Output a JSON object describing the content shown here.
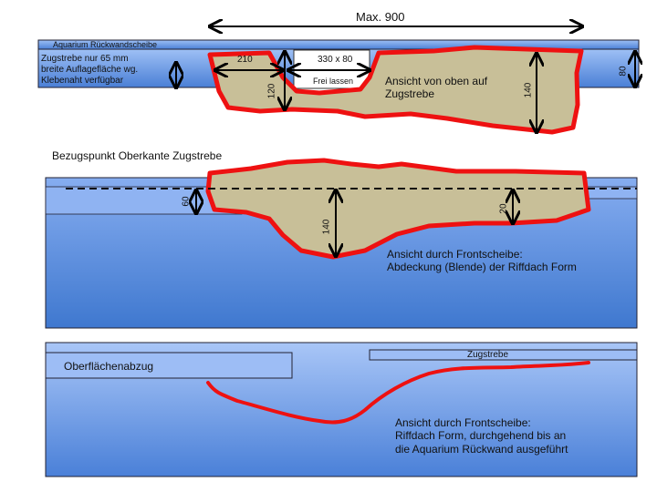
{
  "max_label": "Max. 900",
  "top": {
    "strip_label": "Aquarium Rückwandscheibe",
    "note": "Zugstrebe nur 65 mm\nbreite Auflagefläche wg.\nKlebenaht verfügbar",
    "dim_210": "210",
    "dim_120": "120",
    "cutout_size": "330 x 80",
    "cutout_label": "Frei lassen",
    "dim_140": "140",
    "dim_80": "80",
    "caption": "Ansicht von oben auf\nZugstrebe"
  },
  "middle": {
    "title": "Bezugspunkt Oberkante Zugstrebe",
    "dim_60": "60",
    "dim_140": "140",
    "dim_20": "20",
    "caption": "Ansicht durch Frontscheibe:\nAbdeckung (Blende) der Riffdach Form"
  },
  "bottom": {
    "surface_label": "Oberflächenabzug",
    "strut_label": "Zugstrebe",
    "caption": "Ansicht durch Frontscheibe:\nRiffdach Form, durchgehend bis an\ndie Aquarium Rückwand ausgeführt"
  },
  "colors": {
    "fill": "#c8bf98",
    "outline": "#ee1111",
    "glass": "#5b8fe0"
  }
}
